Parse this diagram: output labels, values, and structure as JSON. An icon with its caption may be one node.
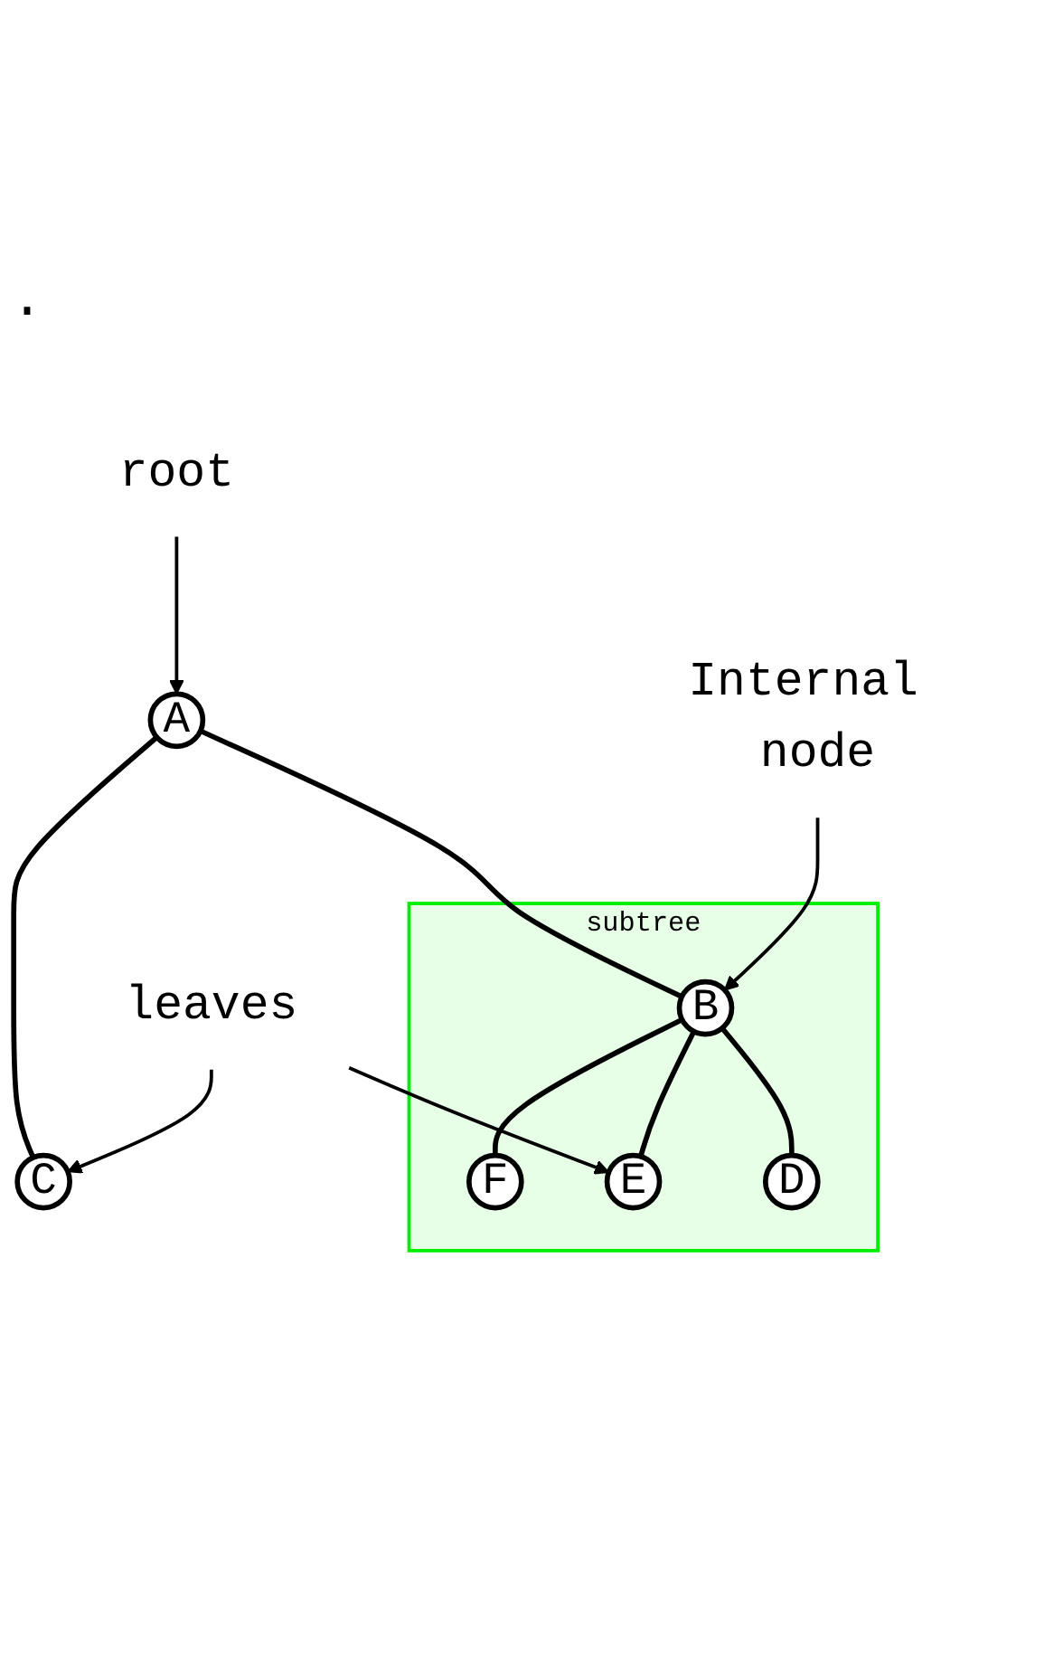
{
  "diagram": {
    "nodes": [
      {
        "text": [
          "root"
        ]
      },
      {
        "text": [
          "A"
        ]
      },
      {
        "text": [
          "Internal node"
        ]
      },
      {
        "text": [
          "subtree"
        ]
      },
      {
        "text": [
          "B"
        ],
        "in": 3
      },
      {
        "text": [
          "C"
        ]
      },
      {
        "text": [
          "D"
        ],
        "in": 3
      },
      {
        "text": [
          "E"
        ],
        "in": 3
      },
      {
        "text": [
          "F"
        ],
        "in": 3
      },
      {
        "text": [
          "leaves"
        ]
      }
    ],
    "edges": [
      {
        "from": 0,
        "to": 1,
        "arrow": "to"
      },
      {
        "from": 1,
        "to": 4,
        "arrow": "none"
      },
      {
        "from": 1,
        "to": 5,
        "arrow": "none"
      },
      {
        "from": 2,
        "to": 4,
        "arrow": "to"
      },
      {
        "from": 4,
        "to": 6,
        "arrow": "none"
      },
      {
        "from": 4,
        "to": 7,
        "arrow": "none"
      },
      {
        "from": 4,
        "to": 8,
        "arrow": "none"
      },
      {
        "from": 9,
        "to": 7,
        "arrow": "to"
      },
      {
        "from": 9,
        "to": 5,
        "arrow": "to"
      }
    ],
    "labels": [
      "."
    ]
  }
}
